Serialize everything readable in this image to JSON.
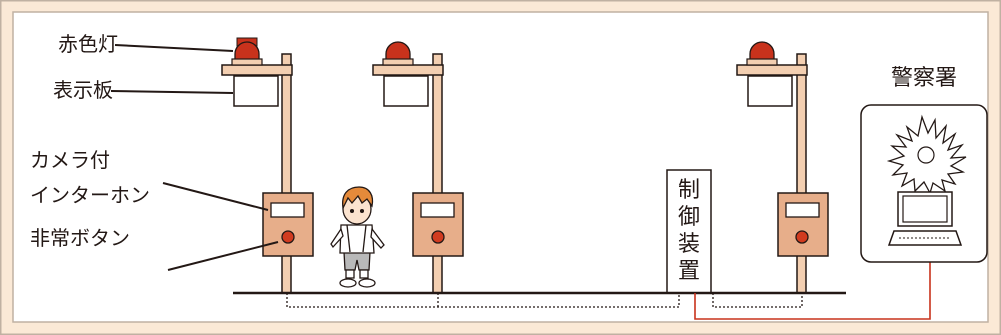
{
  "labels": {
    "red_lamp": "赤色灯",
    "display_board": "表示板",
    "intercom_line1": "カメラ付",
    "intercom_line2": "インターホン",
    "emergency_button": "非常ボタン",
    "police_station": "警察署",
    "controller_chars": [
      "制",
      "御",
      "装",
      "置"
    ]
  },
  "colors": {
    "background": "#fbe9d6",
    "frame_border": "#c0b1a2",
    "pole_fill": "#f3cfb1",
    "box_fill": "#e7ae8a",
    "lamp_red": "#c8321c",
    "button_red": "#d13b1f",
    "line": "#231815",
    "signal_line": "#c8321c"
  },
  "icons": [
    "red-lamp-icon",
    "emergency-button-icon",
    "computer-terminal-icon",
    "alarm-burst-icon",
    "child-figure-icon"
  ]
}
